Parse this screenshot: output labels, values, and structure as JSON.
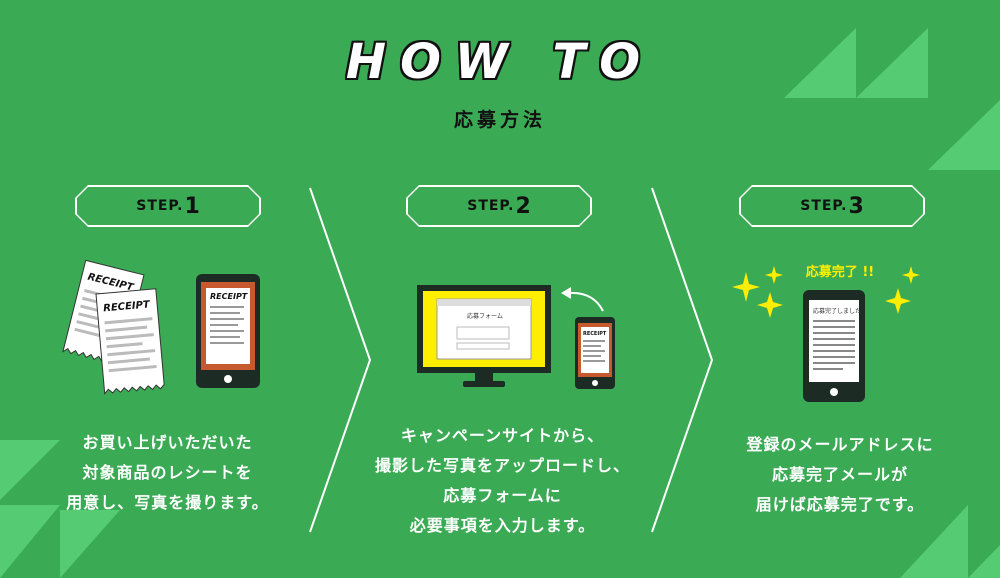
{
  "header": {
    "title": "HOW TO",
    "subtitle": "応募方法"
  },
  "steps": [
    {
      "word": "STEP.",
      "num": "1",
      "lines": [
        "お買い上げいただいた",
        "対象商品のレシートを",
        "用意し、写真を撮ります。"
      ],
      "receipt_label": "RECEIPT",
      "phone_receipt_label": "RECEIPT"
    },
    {
      "word": "STEP.",
      "num": "2",
      "lines": [
        "キャンペーンサイトから、",
        "撮影した写真をアップロードし、",
        "応募フォームに",
        "必要事項を入力します。"
      ],
      "form_label": "応募フォーム",
      "phone_receipt_label": "RECEIPT"
    },
    {
      "word": "STEP.",
      "num": "3",
      "lines": [
        "登録のメールアドレスに",
        "応募完了メールが",
        "届けば応募完了です。"
      ],
      "done_label": "応募完了 !!",
      "phone_label": "応募完了しました"
    }
  ],
  "colors": {
    "background": "#3aaa55",
    "triangle": "#55cc74",
    "yellow": "#ffee00",
    "phone": "#1d2b25",
    "receipt": "#c65a2e"
  }
}
